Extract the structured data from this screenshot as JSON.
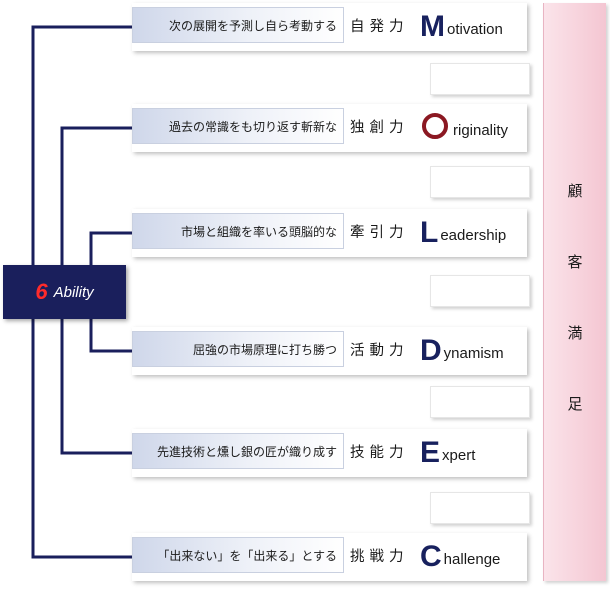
{
  "center": {
    "number": "6",
    "label": "Ability"
  },
  "abilities": [
    {
      "desc": "次の展開を予測し自ら考動する",
      "kanji": "自発力",
      "letter": "M",
      "rest": "otivation"
    },
    {
      "desc": "過去の常識をも切り返す斬新な",
      "kanji": "独創力",
      "letter": "O",
      "rest": "riginality"
    },
    {
      "desc": "市場と組織を率いる頭脳的な",
      "kanji": "牽引力",
      "letter": "L",
      "rest": "eadership"
    },
    {
      "desc": "屈強の市場原理に打ち勝つ",
      "kanji": "活動力",
      "letter": "D",
      "rest": "ynamism"
    },
    {
      "desc": "先進技術と燻し銀の匠が織り成す",
      "kanji": "技能力",
      "letter": "E",
      "rest": "xpert"
    },
    {
      "desc": "「出来ない」を「出来る」とする",
      "kanji": "挑戦力",
      "letter": "C",
      "rest": "hallenge"
    }
  ],
  "side": {
    "chars": [
      "顧",
      "客",
      "満",
      "足"
    ]
  },
  "colors": {
    "navy": "#1a1f5c",
    "accent_red": "#ff2b2b",
    "circle_red": "#8b1822",
    "panel_pink": "#f4c6d2"
  }
}
